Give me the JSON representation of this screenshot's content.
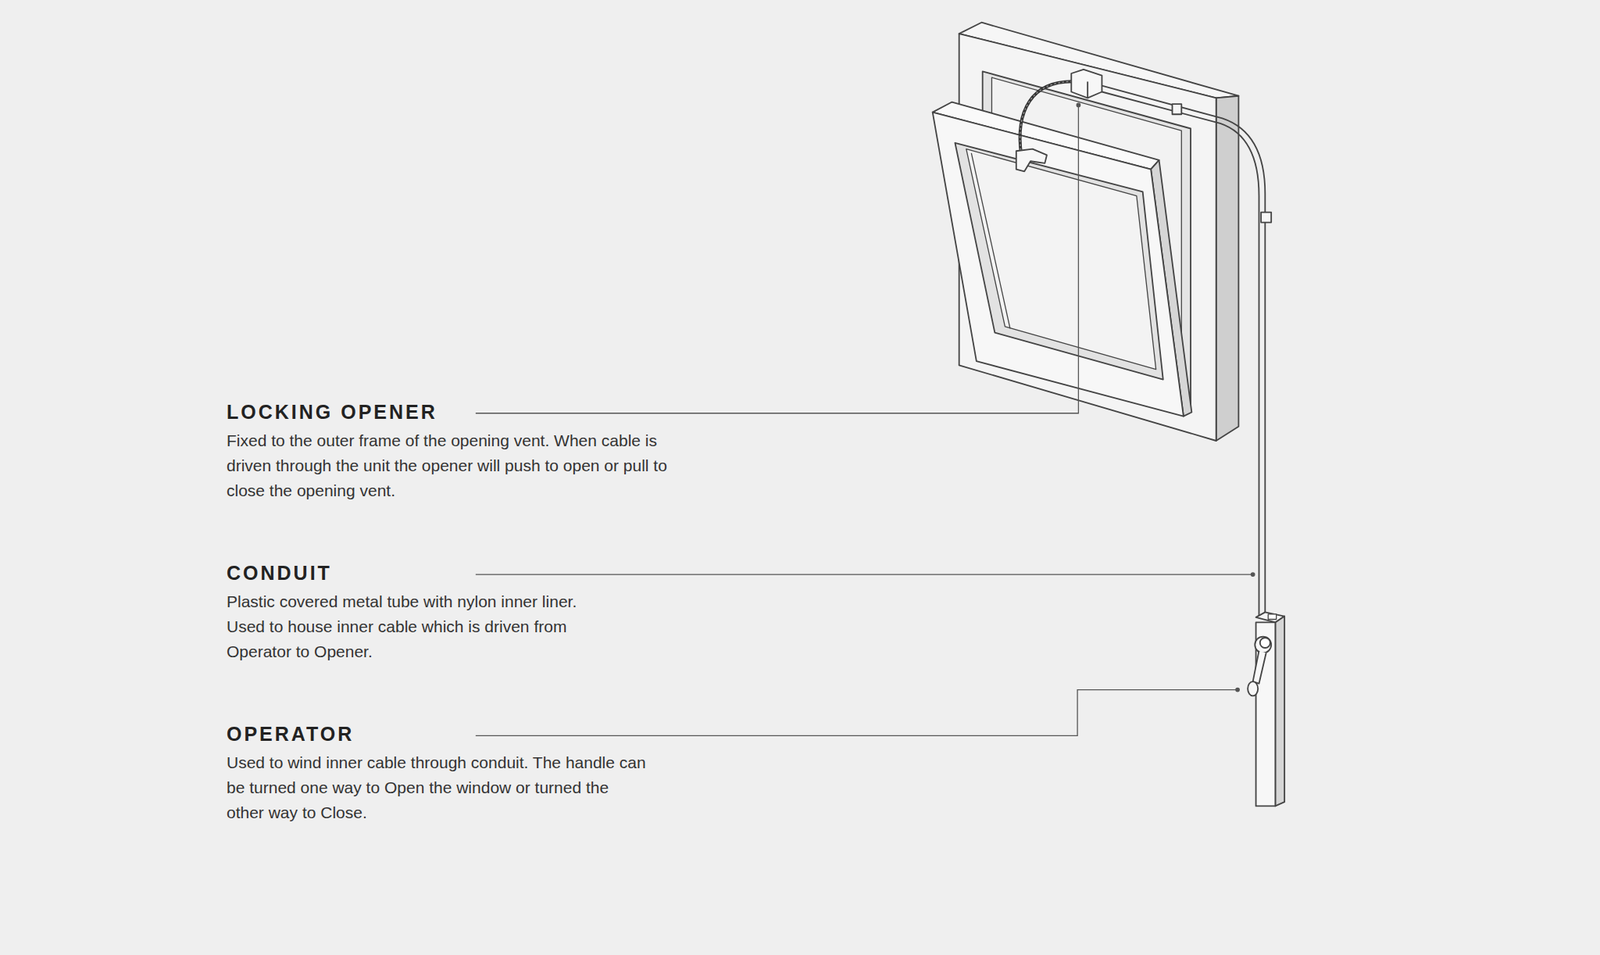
{
  "diagram": {
    "labels": [
      "LOCKING OPENER",
      "Fixed to the outer frame of the opening vent. When cable is driven through the unit the opener will push to open or pull to close the opening vent.",
      "CONDUIT",
      "Plastic covered metal tube with nylon inner liner. Used to house inner cable which is driven from Operator to Opener.",
      "OPERATOR",
      "Used to wind inner cable through conduit. The handle can be turned one way to Open the window or turned the other way to Close."
    ]
  }
}
